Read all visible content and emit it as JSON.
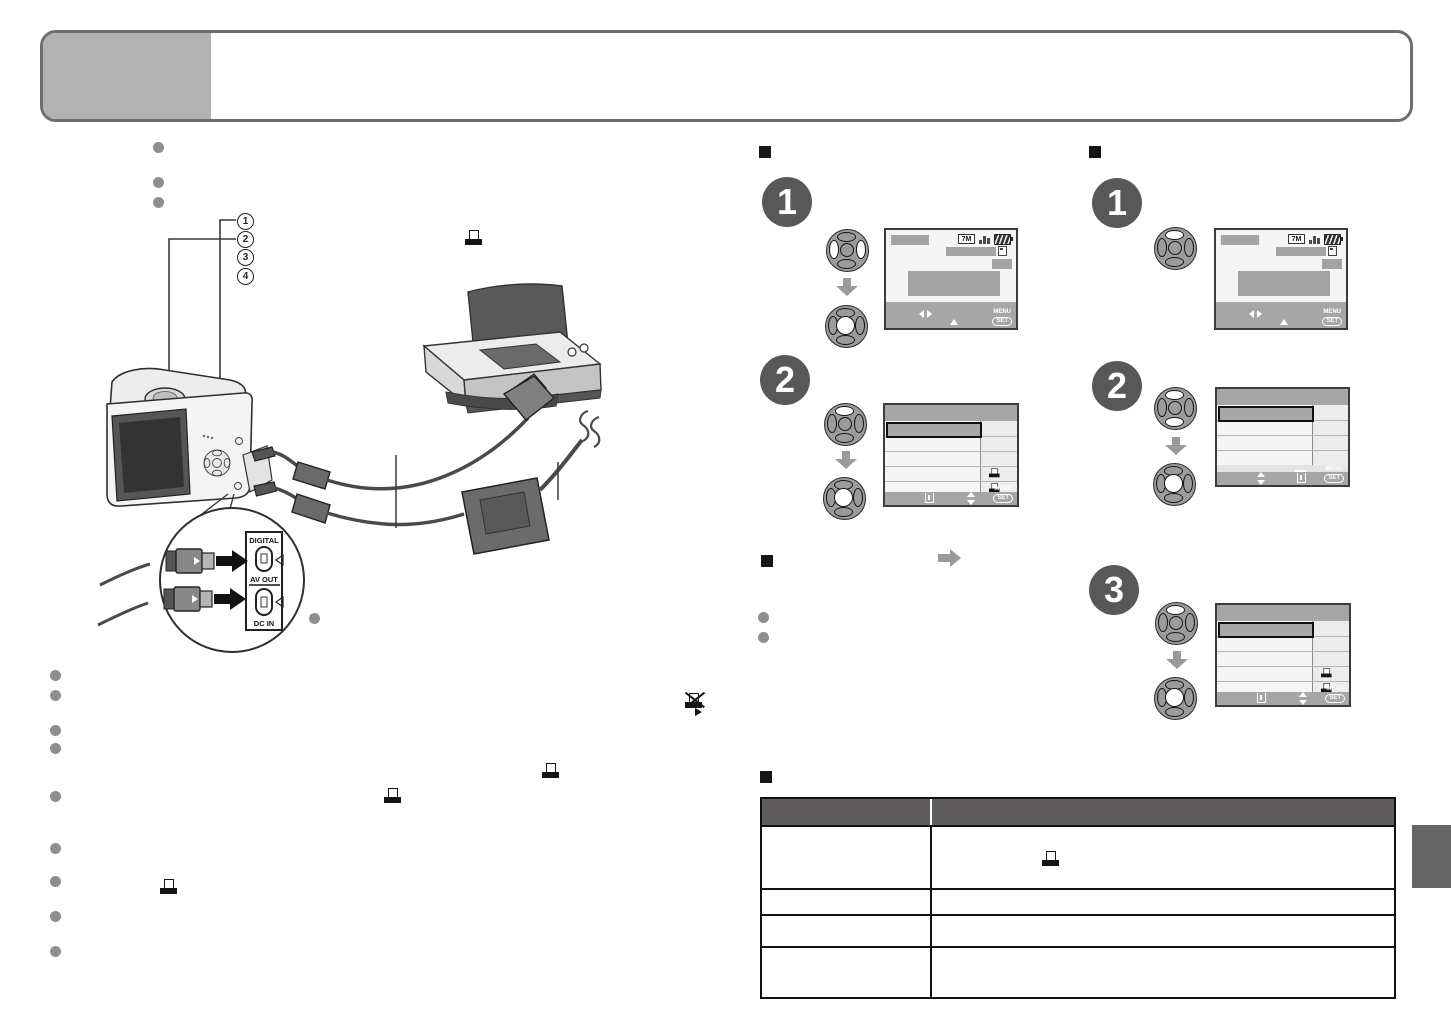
{
  "diagram": {
    "callout_numbers": [
      "1",
      "2",
      "3",
      "4"
    ],
    "ports": {
      "digital": "DIGITAL",
      "av_out": "AV OUT",
      "dc_in": "DC IN"
    }
  },
  "lcd": {
    "resolution_badge": "7M",
    "menu_label": "MENU",
    "set_label": "SET"
  },
  "steps": {
    "column1": [
      "1",
      "2"
    ],
    "column2": [
      "1",
      "2",
      "3"
    ]
  },
  "icons": [
    "print-icon",
    "print-disabled-icon",
    "trash-icon",
    "up-down-icon",
    "left-right-icon",
    "up-triangle-icon",
    "battery-icon",
    "quality-bars-icon",
    "memory-card-icon",
    "menu-set-button",
    "down-arrow-icon",
    "right-arrow-icon",
    "camera-illustration",
    "printer-illustration",
    "ac-adapter-illustration",
    "usb-cable",
    "dc-cable"
  ],
  "colors": {
    "header_band": "#b2b2b2",
    "header_border": "#6e6e6e",
    "step_circle": "#58585a",
    "dpad": "#9b9b9b",
    "lcd_bar": "#a6a6a6",
    "lcd_bg": "#f5f5f5",
    "lcd_box": "#a3a3a3",
    "highlight_row": "#a8a8a8",
    "bullet": "#8e8e8e",
    "table_header": "#5e5c5c",
    "side_tab": "#666666",
    "arrow": "#9a9a9a",
    "ink": "#1a1a1a"
  }
}
